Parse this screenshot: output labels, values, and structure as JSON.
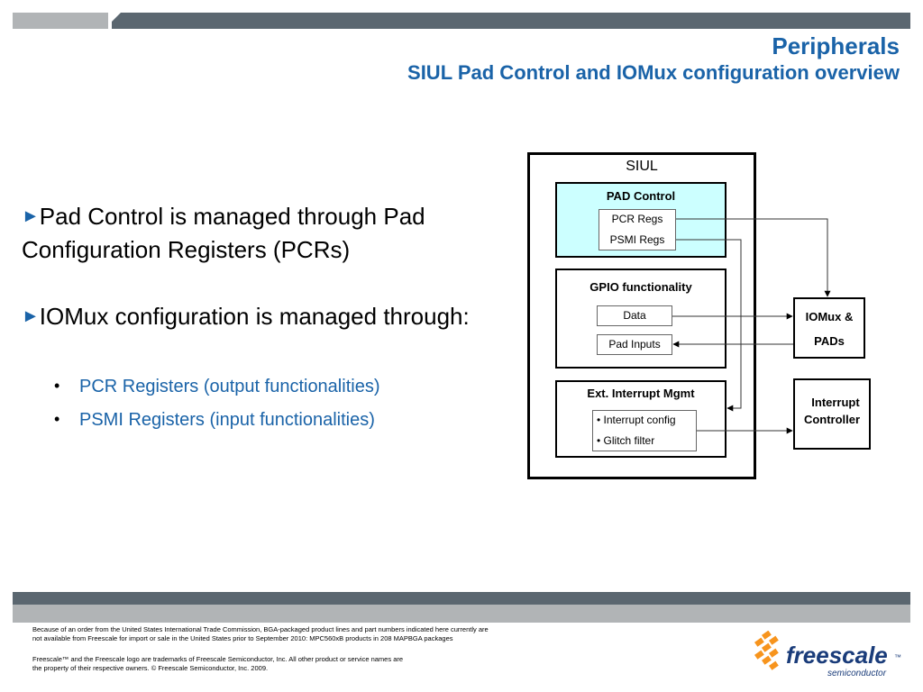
{
  "header": {
    "title": "Peripherals",
    "subtitle": "SIUL Pad Control and IOMux configuration overview"
  },
  "content": {
    "bullet_marker": "►",
    "bullets": [
      {
        "text": "Pad Control is managed through Pad Configuration Registers (PCRs)"
      },
      {
        "text": "IOMux configuration is managed through:"
      }
    ],
    "sub_marker": "•",
    "sub_bullets": [
      "PCR Registers (output functionalities)",
      "PSMI Registers (input functionalities)"
    ]
  },
  "diagram": {
    "siul_title": "SIUL",
    "pad_control": {
      "title": "PAD Control",
      "reg1": "PCR Regs",
      "reg2": "PSMI Regs"
    },
    "gpio": {
      "title": "GPIO functionality",
      "data": "Data",
      "pad_inputs": "Pad Inputs"
    },
    "ext_int": {
      "title": "Ext. Interrupt Mgmt",
      "item1": "• Interrupt config",
      "item2": "• Glitch filter"
    },
    "iomux": {
      "line1": "IOMux &",
      "line2": "PADs"
    },
    "int_ctrl": {
      "line1": "Interrupt",
      "line2": "Controller"
    },
    "colors": {
      "pad_control_fill": "#ccffff"
    }
  },
  "footer": {
    "disclaimer_line1": "Because of an order from the United States International Trade Commission, BGA-packaged product lines and part numbers indicated here currently are",
    "disclaimer_line2": "not available from Freescale for import or sale in the United States prior to September 2010: MPC560xB products in 208 MAPBGA packages",
    "trademark_line1": "Freescale™ and the Freescale logo are trademarks of Freescale Semiconductor, Inc. All other product or service names are",
    "trademark_line2": "the property of their respective owners. © Freescale Semiconductor, Inc. 2009.",
    "logo": {
      "name": "freescale",
      "tm": "™",
      "sub": "semiconductor"
    }
  }
}
